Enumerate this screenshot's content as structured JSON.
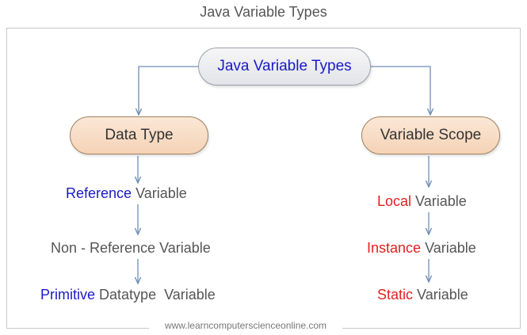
{
  "title": "Java Variable Types",
  "root": {
    "label": "Java Variable Types"
  },
  "left": {
    "label": "Data Type",
    "items": [
      {
        "highlight": "Reference",
        "rest": "Variable"
      },
      {
        "highlight": "",
        "rest": "Non - Reference Variable"
      },
      {
        "highlight": "Primitive",
        "rest": "Datatype  Variable"
      }
    ]
  },
  "right": {
    "label": "Variable Scope",
    "items": [
      {
        "highlight": "Local",
        "rest": "Variable"
      },
      {
        "highlight": "Instance",
        "rest": "Variable"
      },
      {
        "highlight": "Static",
        "rest": "Variable"
      }
    ]
  },
  "footer": "www.learncomputerscienceonline.com",
  "colors": {
    "connector": "#6f8fb5",
    "highlight_left": "#1a1ac8",
    "highlight_right": "#e41e1e",
    "root_fill": "#e6e7eb",
    "category_fill": "#f8dcc4"
  }
}
